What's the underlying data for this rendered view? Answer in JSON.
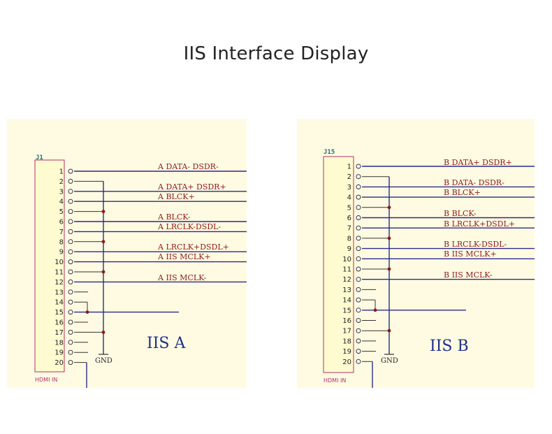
{
  "title": "IIS Interface Display",
  "panels": [
    {
      "id": "a",
      "connector_ref": "J1",
      "connector_name": "HDMI IN",
      "caption": "IIS A",
      "gnd_label": "GND",
      "signal_labels": [
        "A DATA- DSDR-",
        "A DATA+ DSDR+",
        "A BLCK+",
        "A BLCK-",
        "A LRCLK-DSDL-",
        "A LRCLK+DSDL+",
        "A IIS MCLK+",
        "A IIS MCLK-"
      ]
    },
    {
      "id": "b",
      "connector_ref": "J15",
      "connector_name": "HDMI IN",
      "caption": "IIS B",
      "gnd_label": "GND",
      "signal_labels": [
        "B DATA+ DSDR+",
        "B DATA- DSDR-",
        "B BLCK+",
        "B BLCK-",
        "B LRCLK+DSDL+",
        "B LRCLK-DSDL-",
        "B IIS MCLK+",
        "B IIS MCLK-"
      ]
    }
  ],
  "pin_numbers": [
    "1",
    "2",
    "3",
    "4",
    "5",
    "6",
    "7",
    "8",
    "9",
    "10",
    "11",
    "12",
    "13",
    "14",
    "15",
    "16",
    "17",
    "18",
    "19",
    "20"
  ],
  "colors": {
    "background": "#ffffff",
    "panel_bg": "#fffbe2",
    "wire": "#2b2b8c",
    "signal_label": "#8b1a1a",
    "junction": "#8b1a1a",
    "caption": "#1f2f8a",
    "ref_label": "#2e6b6b",
    "hdmi_label": "#b0306a",
    "connector_fill": "#fffbd0",
    "connector_stroke": "#b0306a"
  }
}
